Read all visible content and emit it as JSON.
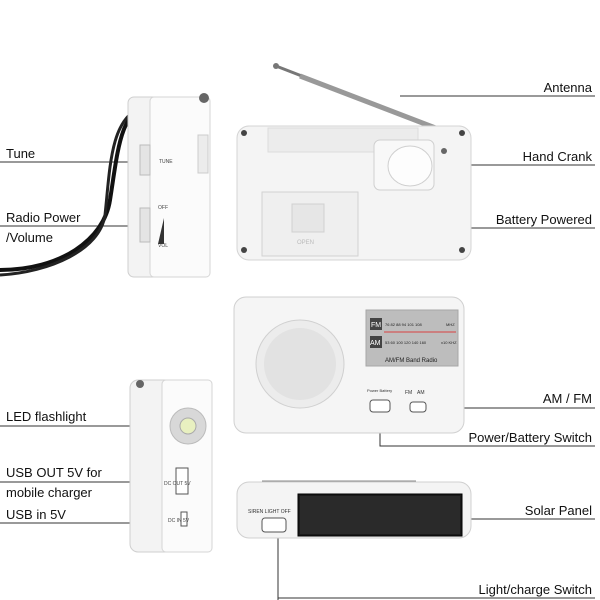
{
  "labels": {
    "antenna": "Antenna",
    "hand_crank": "Hand Crank",
    "battery_powered": "Battery Powered",
    "am_fm": "AM / FM",
    "power_battery_switch": "Power/Battery Switch",
    "solar_panel": "Solar Panel",
    "light_charge_switch": "Light/charge Switch",
    "tune": "Tune",
    "radio_power_line1": "Radio Power",
    "radio_power_line2": "/Volume",
    "led_flashlight": "LED flashlight",
    "usb_out_line1": "USB OUT 5V for",
    "usb_out_line2": "mobile charger",
    "usb_in": "USB in 5V"
  },
  "device_print": {
    "side_tune": "TUNE",
    "side_off": "OFF",
    "side_vol": "VOL",
    "back_logo": "OPEN",
    "fm_badge": "FM",
    "am_badge": "AM",
    "fm_scale": "76  82  88  94  101  108",
    "fm_unit": "MHZ",
    "am_scale": "53  60  100  120  140  160",
    "am_unit": "x10 KHZ",
    "band_title": "AM/FM Band Radio",
    "switch_power_label": "Power Battery",
    "switch_fm": "FM",
    "switch_am": "AM",
    "dc_out": "DC OUT 5V",
    "dc_in": "DC IN 5V",
    "siren_light_off": "SIREN LIGHT OFF"
  }
}
